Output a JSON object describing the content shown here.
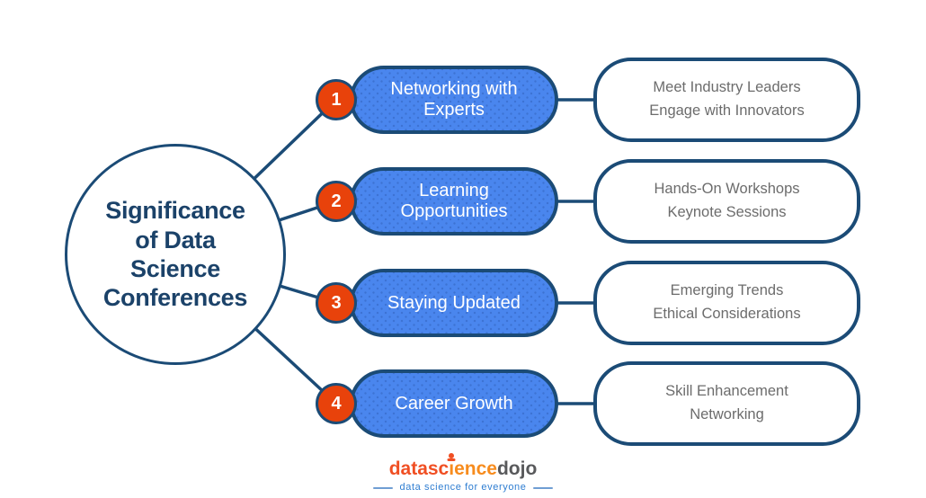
{
  "title": {
    "lines": [
      "Significance",
      "of Data",
      "Science",
      "Conferences"
    ]
  },
  "items": [
    {
      "number": "1",
      "label": "Networking with Experts",
      "details": [
        "Meet Industry Leaders",
        "Engage with Innovators"
      ]
    },
    {
      "number": "2",
      "label": "Learning Opportunities",
      "details": [
        "Hands-On Workshops",
        "Keynote Sessions"
      ]
    },
    {
      "number": "3",
      "label": "Staying Updated",
      "details": [
        "Emerging Trends",
        "Ethical Considerations"
      ]
    },
    {
      "number": "4",
      "label": "Career Growth",
      "details": [
        "Skill Enhancement",
        "Networking"
      ]
    }
  ],
  "logo": {
    "brand_part1": "datasc",
    "brand_i": "ı",
    "brand_part2": "ence",
    "brand_suffix": "dojo",
    "tagline": "data science for everyone"
  },
  "colors": {
    "pill_blue": "#4a86ee",
    "outline_navy": "#1b4b76",
    "badge_orange": "#e8420b",
    "title_navy": "#1b4269",
    "detail_gray": "#6c6c6c",
    "logo_red_orange": "#f04f23",
    "logo_orange": "#f78c1e",
    "logo_gray": "#58595b",
    "tagline_blue": "#2e7dd1"
  }
}
